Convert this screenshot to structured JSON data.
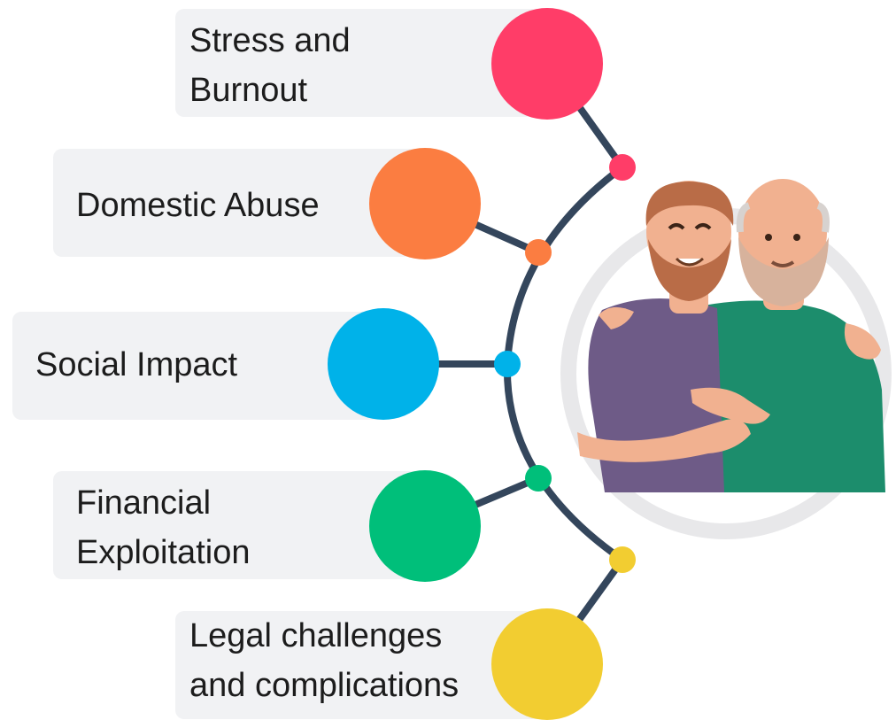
{
  "items": [
    {
      "label": "Stress and\nBurnout",
      "color": "#ff3d68"
    },
    {
      "label": "Domestic Abuse",
      "color": "#fb7d41"
    },
    {
      "label": "Social Impact",
      "color": "#00b2e9"
    },
    {
      "label": "Financial\nExploitation",
      "color": "#00bf7a"
    },
    {
      "label": "Legal challenges\nand complications",
      "color": "#f2cd31"
    }
  ],
  "connector_color": "#34465c",
  "illustration": {
    "description_icon": "two-men-hugging-illustration",
    "colors": {
      "left_shirt": "#6e5b87",
      "right_shirt": "#1c8d6c",
      "skin": "#f1b190",
      "beard_left": "#b96c47",
      "beard_right": "#d7b29c",
      "ring": "#e8e8ea"
    }
  }
}
